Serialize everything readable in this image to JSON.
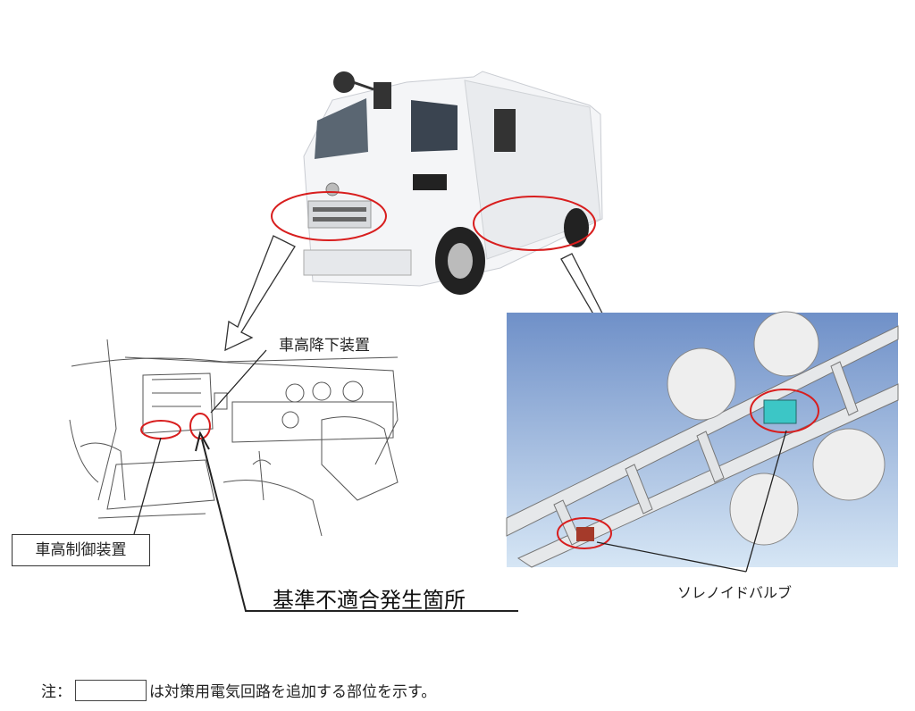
{
  "labels": {
    "height_lowering_device": "車高降下装置",
    "height_control_device": "車高制御装置",
    "nonconformity_location": "基準不適合発生箇所",
    "solenoid_valve": "ソレノイドバルブ"
  },
  "note": {
    "prefix": "注：",
    "text": "は対策用電気回路を追加する部位を示す。"
  },
  "colors": {
    "highlight": "#d81e1e",
    "chassis_bg_top": "#6f90c8",
    "chassis_bg_bottom": "#cfe0f2"
  }
}
